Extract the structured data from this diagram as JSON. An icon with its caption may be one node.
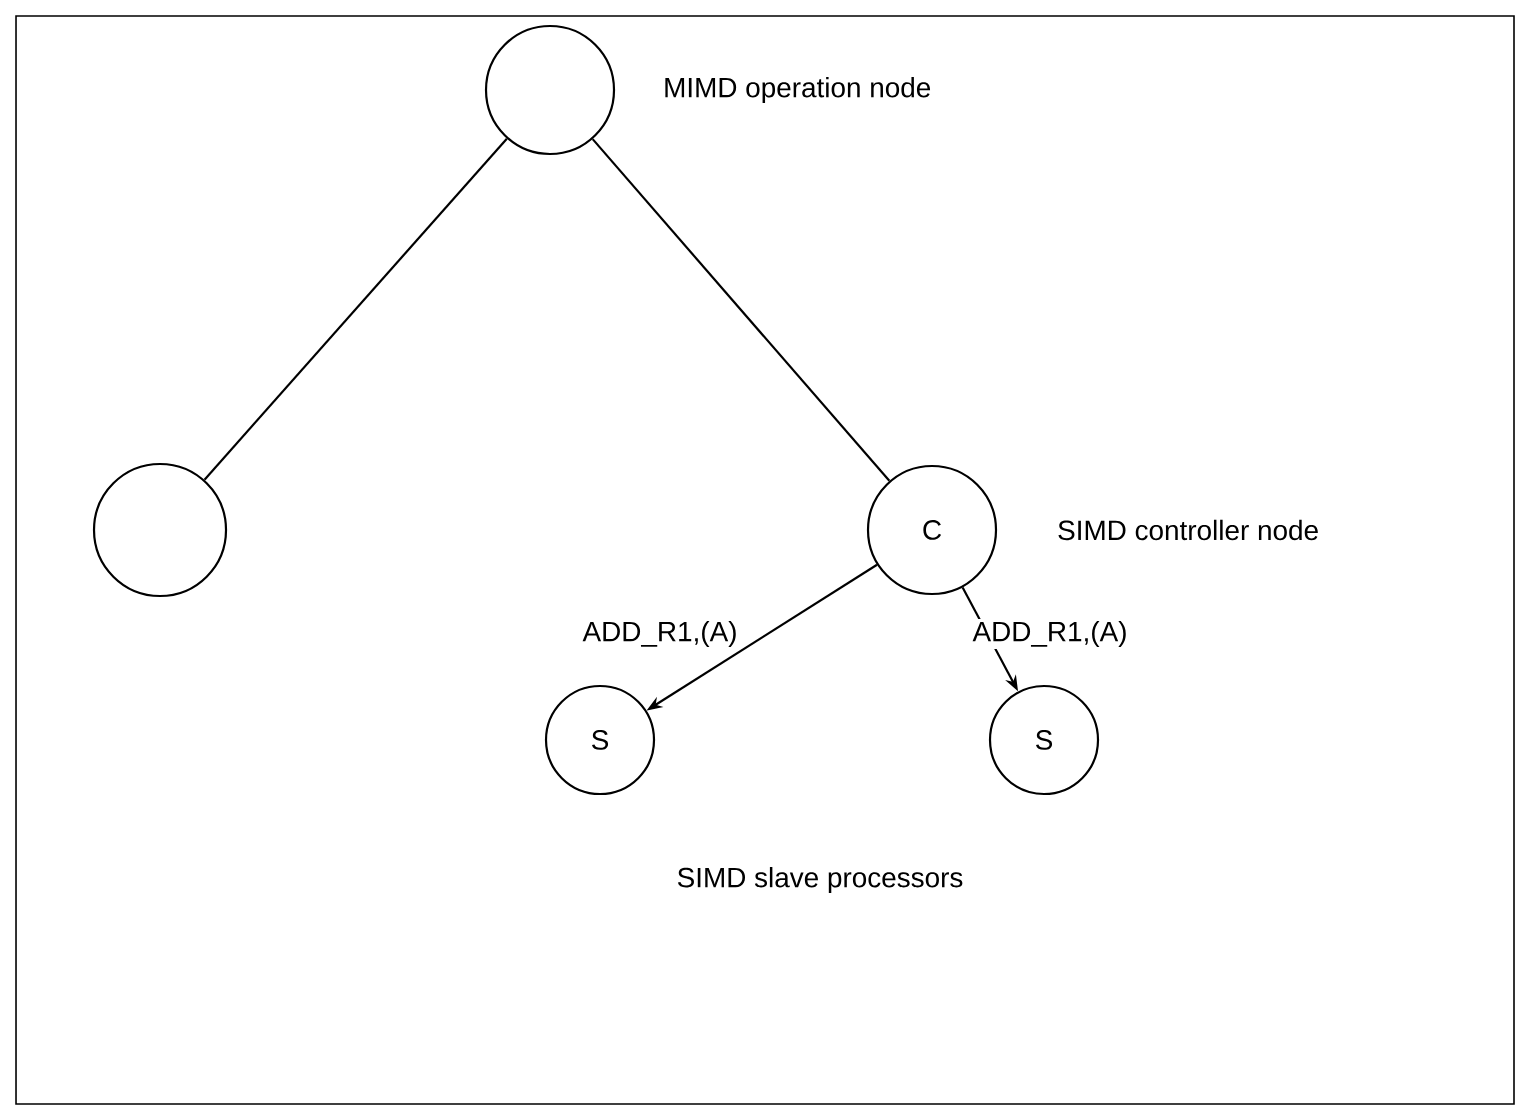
{
  "diagram": {
    "nodes": [
      {
        "text": [],
        "shape": "circle",
        "beside": [
          "MIMD operation node"
        ]
      },
      {
        "text": [],
        "shape": "circle"
      },
      {
        "text": [
          "C"
        ],
        "beside": [
          "SIMD controller node"
        ]
      },
      {
        "text": [
          "S"
        ]
      },
      {
        "text": [
          "S"
        ]
      }
    ],
    "edges": [
      {
        "from": 0,
        "to": 1,
        "arrow": "none"
      },
      {
        "from": 0,
        "to": 2,
        "arrow": "none"
      },
      {
        "from": 2,
        "to": 3,
        "arrow": "to",
        "label": "ADD_R1,(A)"
      },
      {
        "from": 2,
        "to": 4,
        "arrow": "to",
        "label": "ADD_R1,(A)"
      }
    ],
    "labels": [
      "SIMD slave processors"
    ]
  }
}
